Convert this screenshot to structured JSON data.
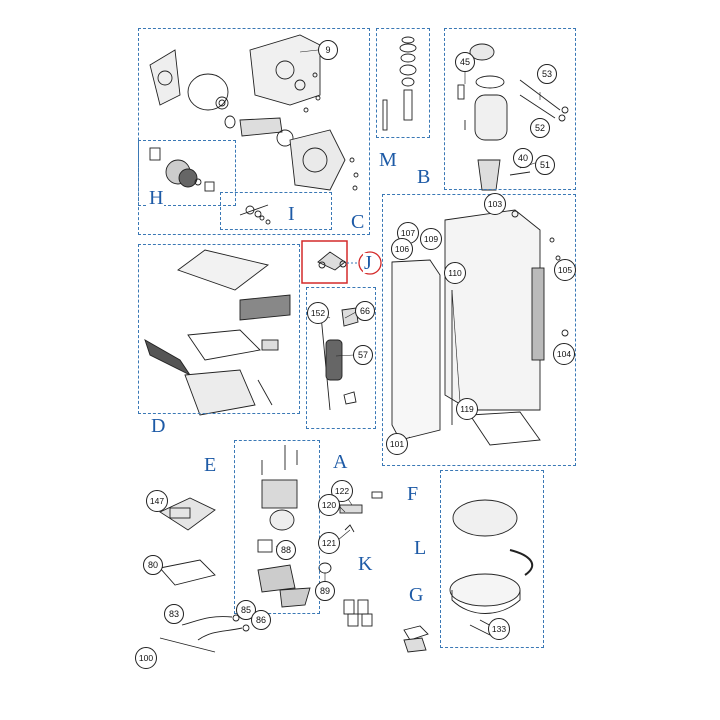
{
  "groups": {
    "A": "A",
    "B": "B",
    "C": "C",
    "D": "D",
    "E": "E",
    "F": "F",
    "G": "G",
    "H": "H",
    "I": "I",
    "J": "J",
    "K": "K",
    "L": "L",
    "M": "M"
  },
  "parts": {
    "p9": "9",
    "p45": "45",
    "p53": "53",
    "p52": "52",
    "p40": "40",
    "p51": "51",
    "p103": "103",
    "p107": "107",
    "p109": "109",
    "p106": "106",
    "p110": "110",
    "p105": "105",
    "p104": "104",
    "p119": "119",
    "p101": "101",
    "p152": "152",
    "p66": "66",
    "p57": "57",
    "p122": "122",
    "p120": "120",
    "p121": "121",
    "p89": "89",
    "p147": "147",
    "p80": "80",
    "p83": "83",
    "p85": "85",
    "p86": "86",
    "p100": "100",
    "p88": "88",
    "p133": "133"
  },
  "colors": {
    "frame": "#3a78b5",
    "letters": "#1d5aa6",
    "highlight": "#d42a2a",
    "line": "#222222"
  }
}
